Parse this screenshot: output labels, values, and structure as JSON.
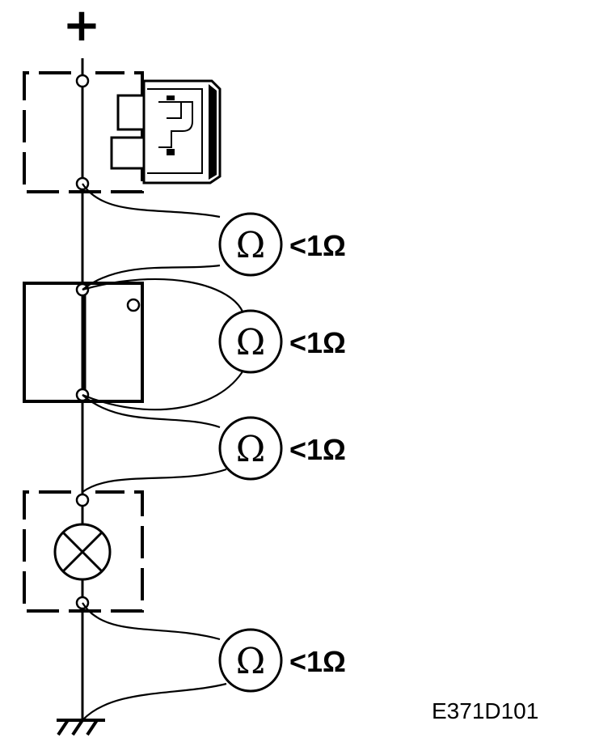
{
  "supply": {
    "symbol": "+"
  },
  "meters": [
    {
      "symbol": "Ω",
      "reading": "<1Ω"
    },
    {
      "symbol": "Ω",
      "reading": "<1Ω"
    },
    {
      "symbol": "Ω",
      "reading": "<1Ω"
    },
    {
      "symbol": "Ω",
      "reading": "<1Ω"
    }
  ],
  "icons": {
    "fuse": "blade-fuse-icon",
    "lamp": "lamp-icon",
    "ground": "ground-icon"
  },
  "figure_code": "E371D101"
}
